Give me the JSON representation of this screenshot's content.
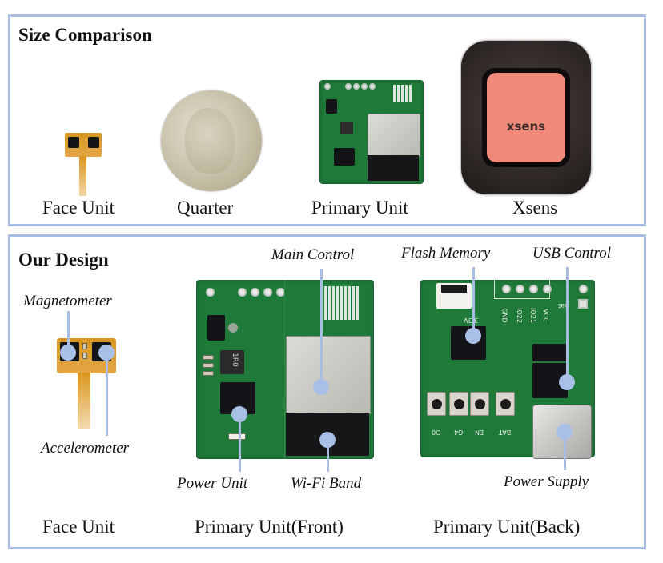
{
  "figure": {
    "size_comparison": {
      "title": "Size Comparison",
      "items": [
        {
          "caption": "Face Unit"
        },
        {
          "caption": "Quarter"
        },
        {
          "caption": "Primary Unit"
        },
        {
          "caption": "Xsens",
          "logo_text": "xsens"
        }
      ]
    },
    "our_design": {
      "title": "Our Design",
      "face_unit": {
        "caption": "Face Unit",
        "callouts": [
          "Magnetometer",
          "Accelerometer"
        ]
      },
      "primary_front": {
        "caption": "Primary Unit(Front)",
        "callouts": [
          "Main Control",
          "Power Unit",
          "Wi-Fi Band"
        ],
        "silkscreen": {
          "inductor": "1R0"
        }
      },
      "primary_back": {
        "caption": "Primary Unit(Back)",
        "callouts": [
          "Flash Memory",
          "USB Control",
          "Power Supply"
        ],
        "silkscreen": {
          "header_pins": [
            "GND",
            "IO22",
            "IO21",
            "VCC"
          ],
          "bat_label": "bat",
          "voltage": "3.3V",
          "buttons": [
            "O0",
            "G4",
            "EN",
            "BAT"
          ]
        }
      }
    },
    "colors": {
      "frame": "#a9bde3",
      "callout": "#a9c0e6",
      "pcb_green": "#1f7a3a",
      "flex_orange": "#d9951e",
      "xsens_face": "#f08a78"
    }
  }
}
